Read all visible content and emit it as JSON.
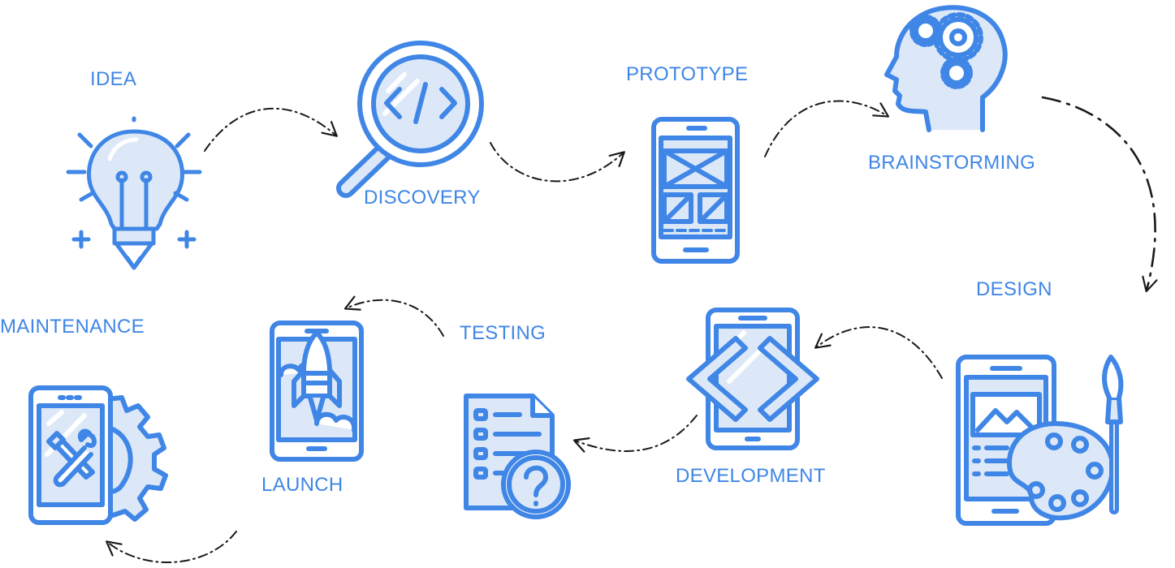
{
  "colors": {
    "stroke": "#3f86e6",
    "fill": "#dce8f8",
    "highlight": "#ffffff",
    "arrow": "#1a1a1a"
  },
  "steps": [
    {
      "label": "IDEA",
      "icon": "lightbulb-pencil-icon"
    },
    {
      "label": "DISCOVERY",
      "icon": "magnifier-code-icon"
    },
    {
      "label": "PROTOTYPE",
      "icon": "phone-wireframe-icon"
    },
    {
      "label": "BRAINSTORMING",
      "icon": "head-gears-icon"
    },
    {
      "label": "DESIGN",
      "icon": "phone-palette-icon"
    },
    {
      "label": "DEVELOPMENT",
      "icon": "tablet-code-icon"
    },
    {
      "label": "TESTING",
      "icon": "document-question-icon"
    },
    {
      "label": "LAUNCH",
      "icon": "tablet-rocket-icon"
    },
    {
      "label": "MAINTENANCE",
      "icon": "phone-tools-gear-icon"
    }
  ]
}
